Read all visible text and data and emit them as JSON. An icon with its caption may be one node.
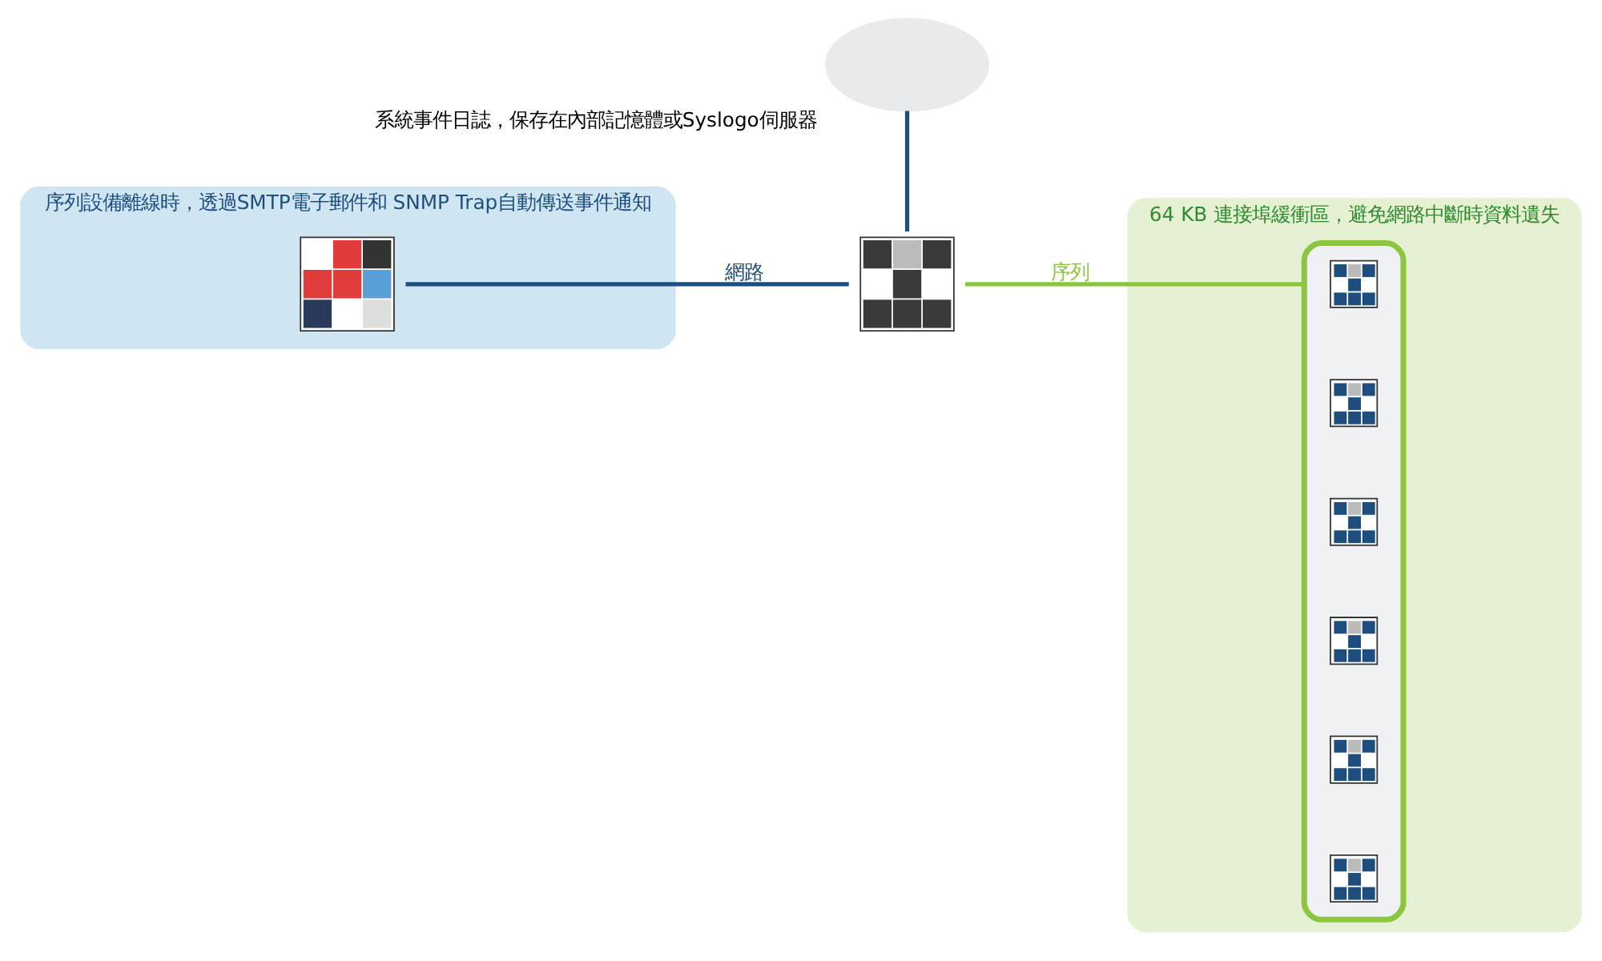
{
  "diagram": {
    "nodes": [
      {
        "text": [],
        "shape": "cloud",
        "beside": [
          "系統事件日誌，保存在內部記憶體或Syslogo伺服器"
        ]
      },
      {
        "text": [
          "序列設備離線時，透過SMTP電子郵件和 SNMP Trap自動傳送事件通知"
        ]
      },
      {
        "text": [],
        "shape": "picture",
        "in": 1
      },
      {
        "text": [],
        "shape": "picture"
      },
      {
        "text": [
          "64 KB 連接埠緩衝區，避免網路中斷時資料遺失"
        ]
      },
      {
        "text": [],
        "shape": "box",
        "in": 4
      },
      {
        "text": [],
        "shape": "picture",
        "in": 5
      },
      {
        "text": [],
        "shape": "picture",
        "in": 5
      },
      {
        "text": [],
        "shape": "picture",
        "in": 5
      },
      {
        "text": [],
        "shape": "picture",
        "in": 5
      },
      {
        "text": [],
        "shape": "picture",
        "in": 5
      },
      {
        "text": [],
        "shape": "picture",
        "in": 5
      }
    ],
    "edges": [
      {
        "from": 2,
        "to": 3,
        "arrow": "none",
        "label": "網路"
      },
      {
        "from": 0,
        "to": 3,
        "arrow": "none"
      },
      {
        "from": 3,
        "to": 5,
        "arrow": "none",
        "label": "序列",
        "color": "#8cc63f"
      }
    ]
  }
}
